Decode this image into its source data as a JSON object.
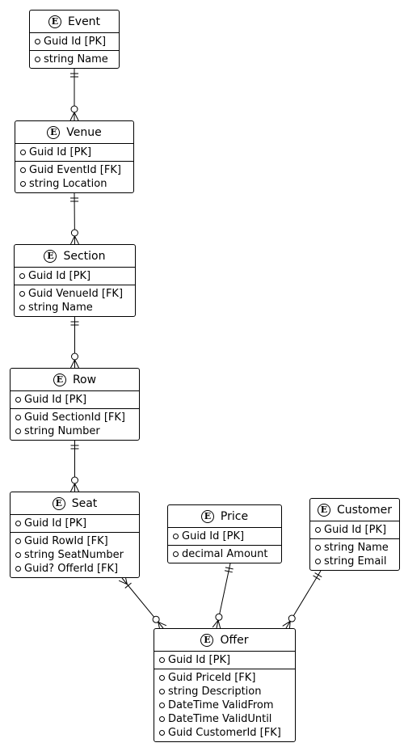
{
  "entities": {
    "event": {
      "name": "Event",
      "badge": "E",
      "keys": [
        "Guid Id [PK]"
      ],
      "fields": [
        "string Name"
      ]
    },
    "venue": {
      "name": "Venue",
      "badge": "E",
      "keys": [
        "Guid Id [PK]"
      ],
      "fields": [
        "Guid EventId [FK]",
        "string Location"
      ]
    },
    "section": {
      "name": "Section",
      "badge": "E",
      "keys": [
        "Guid Id [PK]"
      ],
      "fields": [
        "Guid VenueId [FK]",
        "string Name"
      ]
    },
    "row": {
      "name": "Row",
      "badge": "E",
      "keys": [
        "Guid Id [PK]"
      ],
      "fields": [
        "Guid SectionId [FK]",
        "string Number"
      ]
    },
    "seat": {
      "name": "Seat",
      "badge": "E",
      "keys": [
        "Guid Id [PK]"
      ],
      "fields": [
        "Guid RowId [FK]",
        "string SeatNumber",
        "Guid? OfferId [FK]"
      ]
    },
    "price": {
      "name": "Price",
      "badge": "E",
      "keys": [
        "Guid Id [PK]"
      ],
      "fields": [
        "decimal Amount"
      ]
    },
    "customer": {
      "name": "Customer",
      "badge": "E",
      "keys": [
        "Guid Id [PK]"
      ],
      "fields": [
        "string Name",
        "string Email"
      ]
    },
    "offer": {
      "name": "Offer",
      "badge": "E",
      "keys": [
        "Guid Id [PK]"
      ],
      "fields": [
        "Guid PriceId [FK]",
        "string Description",
        "DateTime ValidFrom",
        "DateTime ValidUntil",
        "Guid CustomerId [FK]"
      ]
    }
  },
  "relationships": [
    {
      "from": "event",
      "to": "venue",
      "from_end": "exactly-one",
      "to_end": "zero-or-many"
    },
    {
      "from": "venue",
      "to": "section",
      "from_end": "exactly-one",
      "to_end": "zero-or-many"
    },
    {
      "from": "section",
      "to": "row",
      "from_end": "exactly-one",
      "to_end": "zero-or-many"
    },
    {
      "from": "row",
      "to": "seat",
      "from_end": "exactly-one",
      "to_end": "zero-or-many"
    },
    {
      "from": "seat",
      "to": "offer",
      "from_end": "one-or-many",
      "to_end": "zero-or-many"
    },
    {
      "from": "price",
      "to": "offer",
      "from_end": "exactly-one",
      "to_end": "zero-or-many"
    },
    {
      "from": "customer",
      "to": "offer",
      "from_end": "exactly-one",
      "to_end": "zero-or-many"
    }
  ]
}
